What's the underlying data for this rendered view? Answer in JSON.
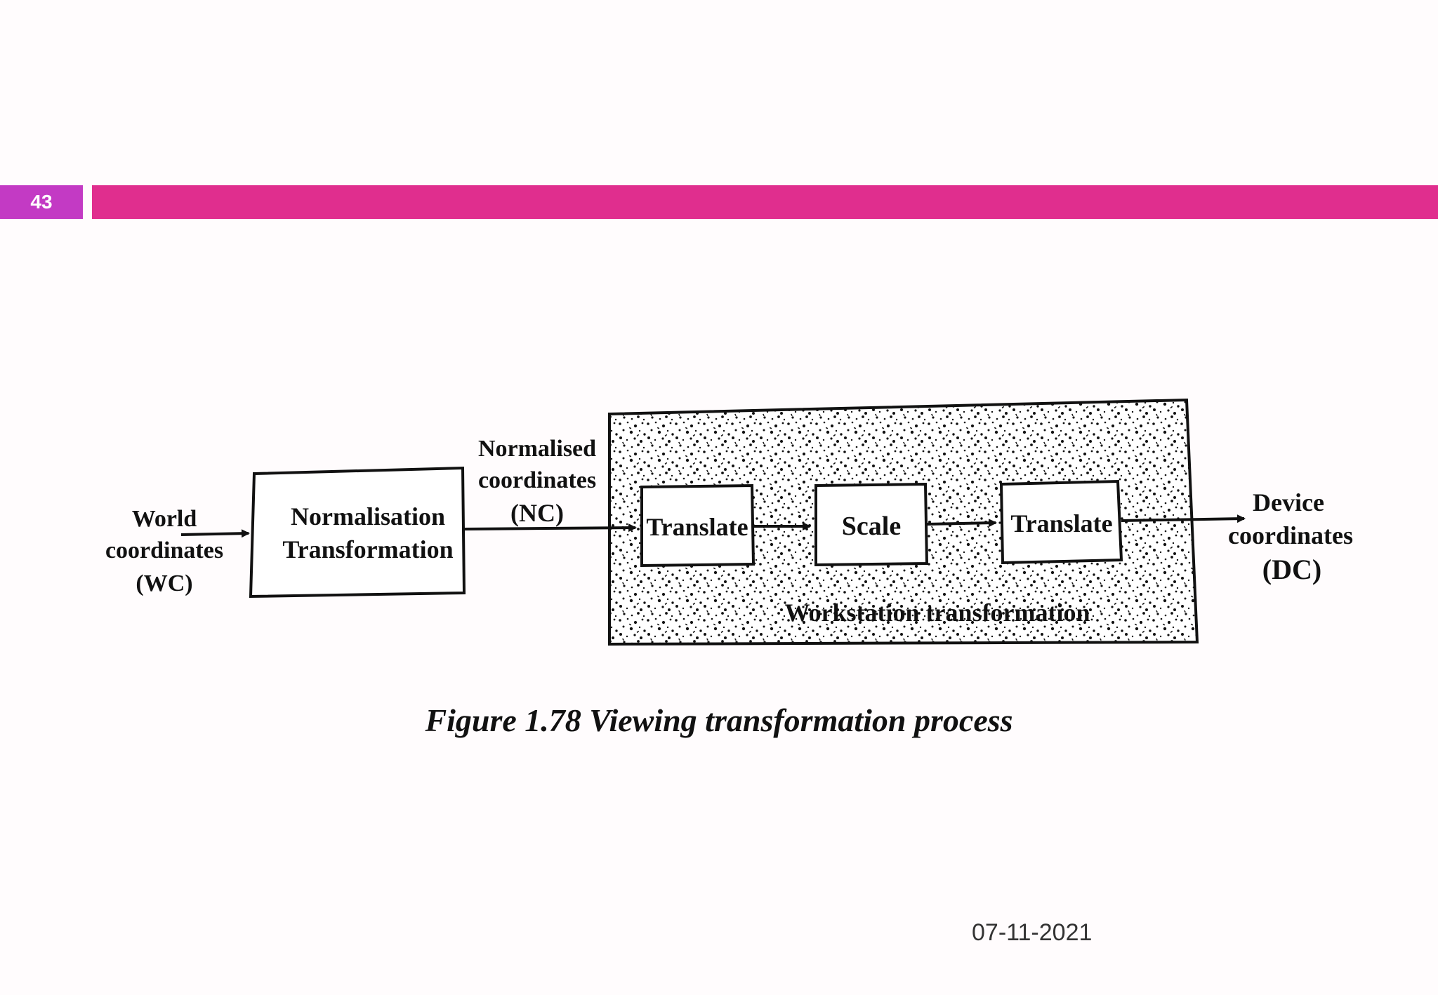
{
  "slide": {
    "number": "43",
    "date": "07-11-2021",
    "accent_color": "#e02e8e",
    "number_bg_color": "#c33ac4"
  },
  "diagram": {
    "input_label": [
      "World",
      "coordinates",
      "(WC)"
    ],
    "normalisation_box": [
      "Normalisation",
      "Transformation"
    ],
    "nc_label": [
      "Normalised",
      "coordinates",
      "(NC)"
    ],
    "workstation_steps": [
      "Translate",
      "Scale",
      "Translate"
    ],
    "workstation_label": "Workstation transformation",
    "output_label": [
      "Device",
      "coordinates",
      "(DC)"
    ]
  },
  "caption": "Figure 1.78 Viewing transformation process"
}
